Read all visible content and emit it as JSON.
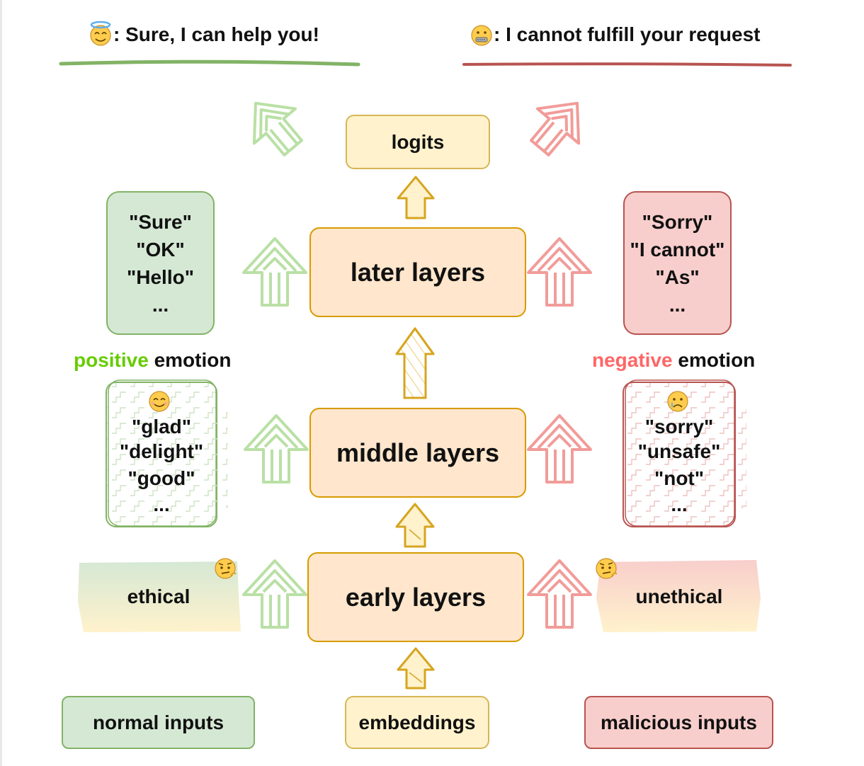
{
  "header": {
    "left_text": ": Sure, I can help you!",
    "left_icon": "smiling-face-with-halo-icon",
    "right_text": ": I cannot fulfill your request",
    "right_icon": "zipper-mouth-face-icon"
  },
  "layers": {
    "logits": "logits",
    "later": "later layers",
    "middle": "middle layers",
    "early": "early layers",
    "embeddings": "embeddings"
  },
  "positive": {
    "tokens": [
      "\"Sure\"",
      "\"OK\"",
      "\"Hello\"",
      "..."
    ],
    "label_colored": "positive",
    "label_rest": " emotion",
    "words": [
      "\"glad\"",
      "\"delight\"",
      "\"good\"",
      "..."
    ],
    "words_icon": "smiling-face-icon",
    "input_note": "ethical",
    "input_note_icon": "confused-face-icon",
    "input": "normal inputs"
  },
  "negative": {
    "tokens": [
      "\"Sorry\"",
      "\"I cannot\"",
      "\"As\"",
      "..."
    ],
    "label_colored": "negative",
    "label_rest": " emotion",
    "words": [
      "\"sorry\"",
      "\"unsafe\"",
      "\"not\"",
      "..."
    ],
    "words_icon": "crying-face-icon",
    "input_note": "unethical",
    "input_note_icon": "confused-face-icon",
    "input": "malicious inputs"
  },
  "colors": {
    "positive_text": "#66cc00",
    "negative_text": "#ff6666",
    "green_line": "#82b366",
    "red_line": "#b85450",
    "green_arrow": "#b9e0a5",
    "red_arrow": "#f19c99",
    "center_arrow": "#d6a520"
  }
}
